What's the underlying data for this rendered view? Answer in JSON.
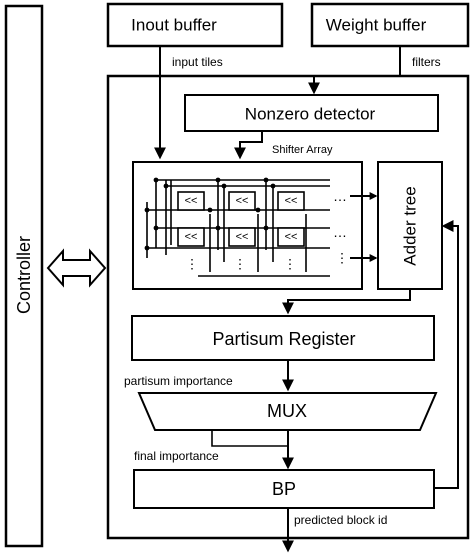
{
  "blocks": {
    "controller": "Controller",
    "inout_buffer": "Inout buffer",
    "weight_buffer": "Weight buffer",
    "nonzero_detector": "Nonzero detector",
    "adder_tree": "Adder tree",
    "partisum_register": "Partisum Register",
    "mux": "MUX",
    "bp": "BP"
  },
  "labels": {
    "input_tiles": "input tiles",
    "filters": "filters",
    "shifter_array": "Shifter Array",
    "partisum_importance": "partisum importance",
    "final_importance": "final importance",
    "predicted_block_id": "predicted block id"
  },
  "shifter_cell_symbol": "<<",
  "ellipsis_h": "…",
  "ellipsis_v": "⋮"
}
